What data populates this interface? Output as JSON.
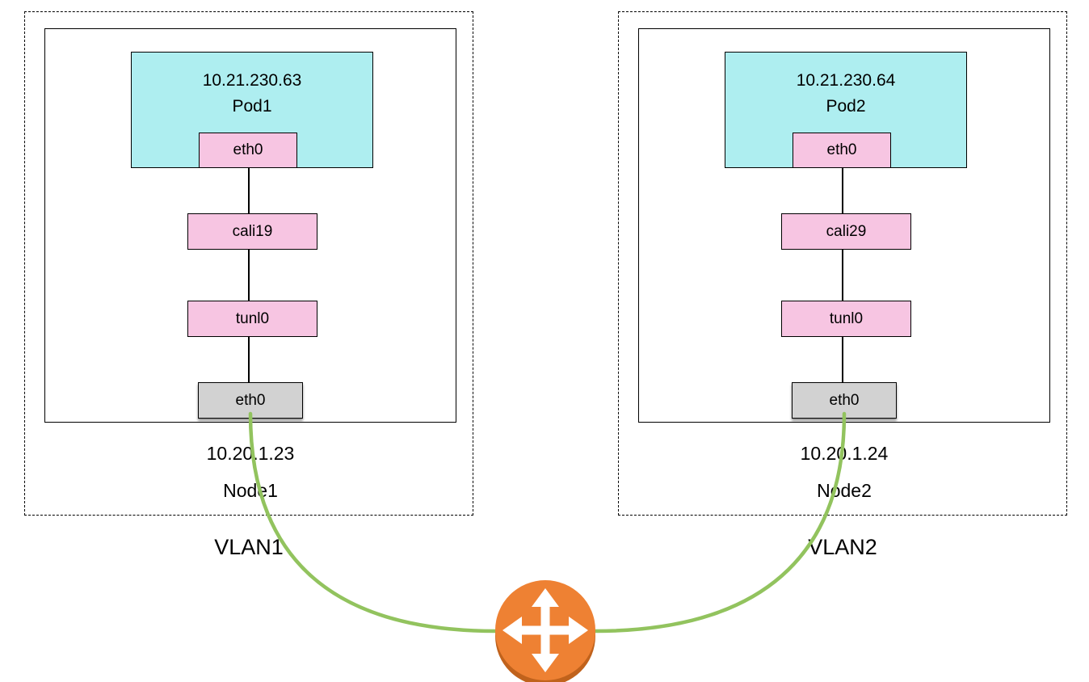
{
  "colors": {
    "pod_fill": "#aeeef0",
    "iface_fill": "#f7c5e2",
    "host_iface_fill": "#d2d2d2",
    "link_green": "#92c35e",
    "router_orange": "#ee8133"
  },
  "nodes": [
    {
      "vlan_label": "VLAN1",
      "pod_ip": "10.21.230.63",
      "pod_name": "Pod1",
      "pod_eth": "eth0",
      "cali": "cali19",
      "tunl": "tunl0",
      "node_eth": "eth0",
      "node_ip": "10.20.1.23",
      "node_name": "Node1"
    },
    {
      "vlan_label": "VLAN2",
      "pod_ip": "10.21.230.64",
      "pod_name": "Pod2",
      "pod_eth": "eth0",
      "cali": "cali29",
      "tunl": "tunl0",
      "node_eth": "eth0",
      "node_ip": "10.20.1.24",
      "node_name": "Node2"
    }
  ],
  "router": {
    "icon": "four-way-arrows-icon"
  }
}
